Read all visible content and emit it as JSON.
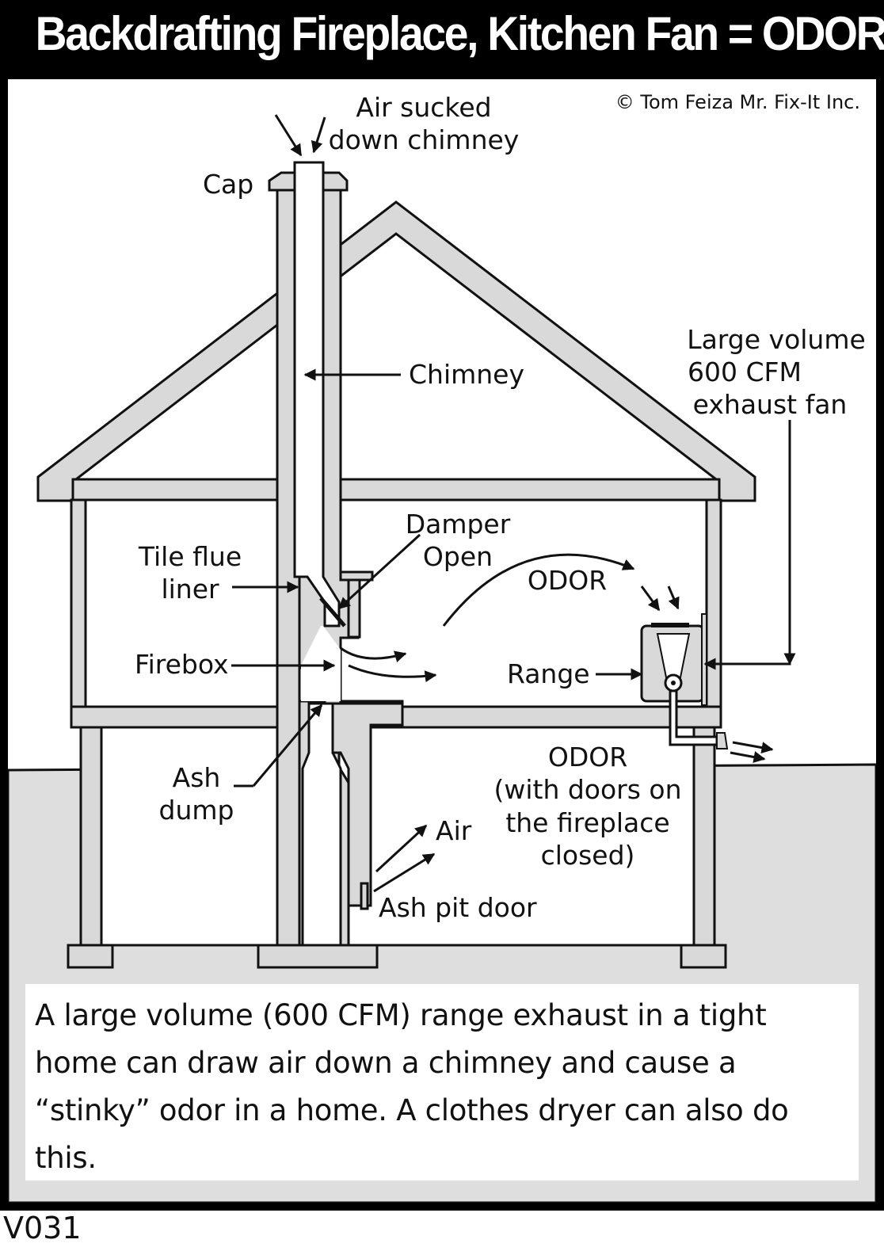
{
  "title": "Backdrafting Fireplace, Kitchen Fan = ODOR",
  "copyright": "© Tom Feiza Mr. Fix-It Inc.",
  "labels": {
    "air_sucked_1": "Air sucked",
    "air_sucked_2": "down chimney",
    "cap": "Cap",
    "chimney": "Chimney",
    "large_volume_1": "Large volume",
    "large_volume_2": "600 CFM",
    "large_volume_3": "exhaust fan",
    "damper_1": "Damper",
    "damper_2": "Open",
    "odor_top": "ODOR",
    "tile_flue_1": "Tile flue",
    "tile_flue_2": "liner",
    "firebox": "Firebox",
    "range": "Range",
    "ash_dump_1": "Ash",
    "ash_dump_2": "dump",
    "odor_bottom_1": "ODOR",
    "odor_bottom_2": "(with doors on",
    "odor_bottom_3": "the fireplace",
    "odor_bottom_4": "closed)",
    "air": "Air",
    "ash_pit_door": "Ash pit door"
  },
  "caption": "A large volume (600 CFM) range exhaust in a tight home can draw air down a chimney and cause a “stinky” odor in a home.  A clothes dryer can also do this.",
  "code": "V031",
  "colors": {
    "wall": "#d9d9d9",
    "ground": "#dedede",
    "line": "#111111"
  }
}
